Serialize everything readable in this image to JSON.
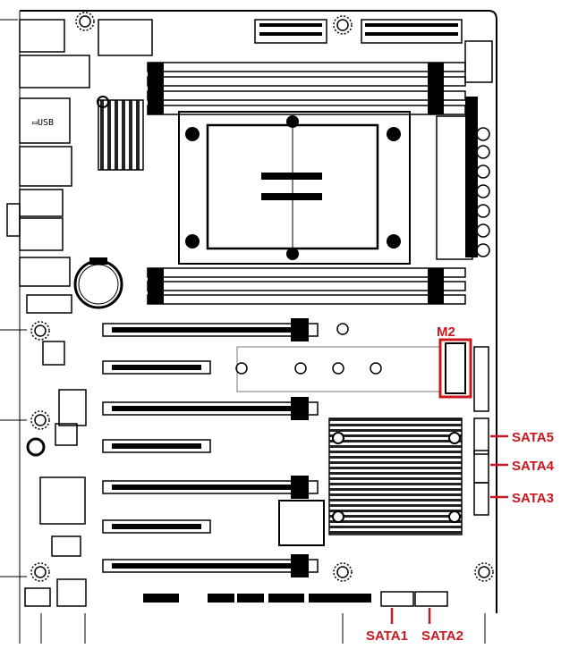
{
  "diagram": {
    "board_color": "#000000",
    "highlight_color": "#c8191e",
    "callouts": [
      {
        "id": "m2",
        "label": "M2"
      },
      {
        "id": "sata5",
        "label": "SATA5"
      },
      {
        "id": "sata4",
        "label": "SATA4"
      },
      {
        "id": "sata3",
        "label": "SATA3"
      },
      {
        "id": "sata1",
        "label": "SATA1"
      },
      {
        "id": "sata2",
        "label": "SATA2"
      }
    ]
  }
}
